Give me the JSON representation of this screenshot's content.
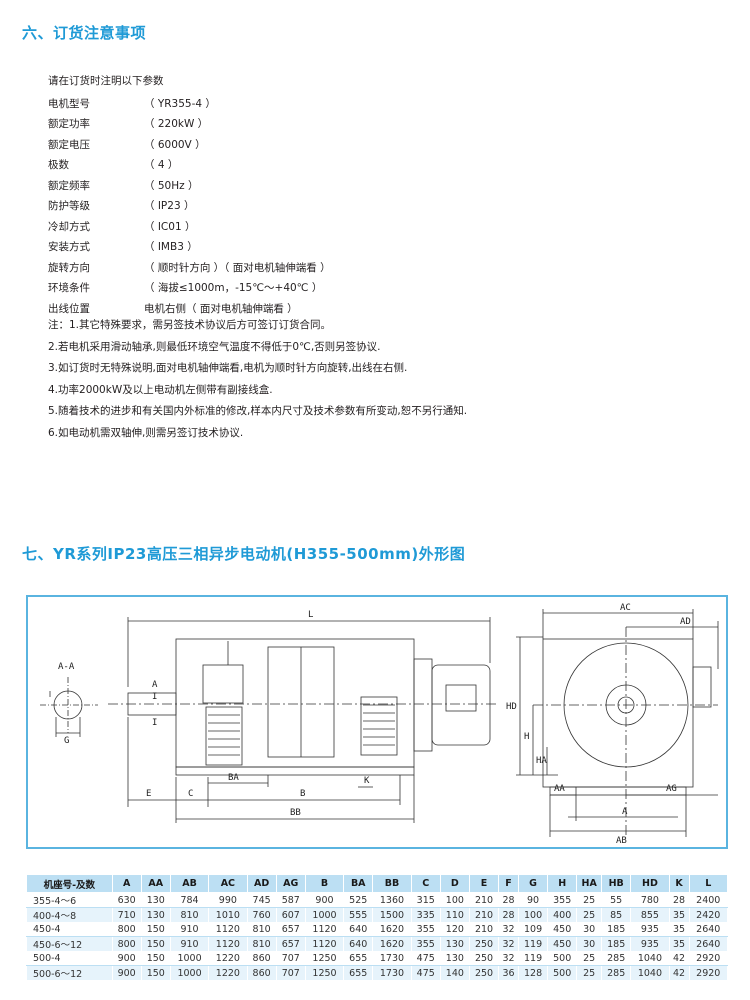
{
  "section6": {
    "title": "六、订货注意事项",
    "intro": "请在订货时注明以下参数",
    "params": [
      {
        "label": "电机型号",
        "value": "（ YR355-4 ）"
      },
      {
        "label": "额定功率",
        "value": "（ 220kW ）"
      },
      {
        "label": "额定电压",
        "value": "（ 6000V ）"
      },
      {
        "label": "极数",
        "value": "（ 4 ）"
      },
      {
        "label": "额定频率",
        "value": "（ 50Hz ）"
      },
      {
        "label": "防护等级",
        "value": "（ IP23 ）"
      },
      {
        "label": "冷却方式",
        "value": "（ IC01 ）"
      },
      {
        "label": "安装方式",
        "value": "（ IMB3 ）"
      },
      {
        "label": "旋转方向",
        "value": "（ 顺时针方向 ）（ 面对电机轴伸端看 ）"
      },
      {
        "label": "环境条件",
        "value": "（ 海拔≤1000m，-15℃～+40℃ ）"
      },
      {
        "label": "出线位置",
        "value": "电机右侧（ 面对电机轴伸端看 ）"
      }
    ],
    "notes": [
      "注：1.其它特殊要求，需另签技术协议后方可签订订货合同。",
      "2.若电机采用滑动轴承,则最低环境空气温度不得低于0℃,否则另签协议.",
      "3.如订货时无特殊说明,面对电机轴伸端看,电机为顺时针方向旋转,出线在右侧.",
      "4.功率2000kW及以上电动机左侧带有副接线盒.",
      "5.随着技术的进步和有关国内外标准的修改,样本内尺寸及技术参数有所变动,恕不另行通知.",
      "6.如电动机需双轴伸,则需另签订技术协议."
    ]
  },
  "section7": {
    "title": "七、YR系列IP23高压三相异步电动机(H355-500mm)外形图"
  },
  "drawing": {
    "labels": {
      "section": "A-A",
      "g": "G",
      "a": "A",
      "i": "I",
      "l": "L",
      "e": "E",
      "c": "C",
      "ba": "BA",
      "b": "B",
      "k": "K",
      "bb": "BB",
      "ac": "AC",
      "ad": "AD",
      "hd": "HD",
      "h": "H",
      "ha": "HA",
      "aa": "AA",
      "ag": "AG",
      "ab": "AB"
    },
    "line_color": "#333333",
    "frame_color": "#5ab4e0"
  },
  "table": {
    "headers": [
      "机座号-及数",
      "A",
      "AA",
      "AB",
      "AC",
      "AD",
      "AG",
      "B",
      "BA",
      "BB",
      "C",
      "D",
      "E",
      "F",
      "G",
      "H",
      "HA",
      "HB",
      "HD",
      "K",
      "L"
    ],
    "rows": [
      [
        "355-4～6",
        "630",
        "130",
        "784",
        "990",
        "745",
        "587",
        "900",
        "525",
        "1360",
        "315",
        "100",
        "210",
        "28",
        "90",
        "355",
        "25",
        "55",
        "780",
        "28",
        "2400"
      ],
      [
        "400-4～8",
        "710",
        "130",
        "810",
        "1010",
        "760",
        "607",
        "1000",
        "555",
        "1500",
        "335",
        "110",
        "210",
        "28",
        "100",
        "400",
        "25",
        "85",
        "855",
        "35",
        "2420"
      ],
      [
        "450-4",
        "800",
        "150",
        "910",
        "1120",
        "810",
        "657",
        "1120",
        "640",
        "1620",
        "355",
        "120",
        "210",
        "32",
        "109",
        "450",
        "30",
        "185",
        "935",
        "35",
        "2640"
      ],
      [
        "450-6～12",
        "800",
        "150",
        "910",
        "1120",
        "810",
        "657",
        "1120",
        "640",
        "1620",
        "355",
        "130",
        "250",
        "32",
        "119",
        "450",
        "30",
        "185",
        "935",
        "35",
        "2640"
      ],
      [
        "500-4",
        "900",
        "150",
        "1000",
        "1220",
        "860",
        "707",
        "1250",
        "655",
        "1730",
        "475",
        "130",
        "250",
        "32",
        "119",
        "500",
        "25",
        "285",
        "1040",
        "42",
        "2920"
      ],
      [
        "500-6～12",
        "900",
        "150",
        "1000",
        "1220",
        "860",
        "707",
        "1250",
        "655",
        "1730",
        "475",
        "140",
        "250",
        "36",
        "128",
        "500",
        "25",
        "285",
        "1040",
        "42",
        "2920"
      ]
    ],
    "header_bg": "#bcdff3",
    "stripe_bg": "#e6f3fb"
  }
}
